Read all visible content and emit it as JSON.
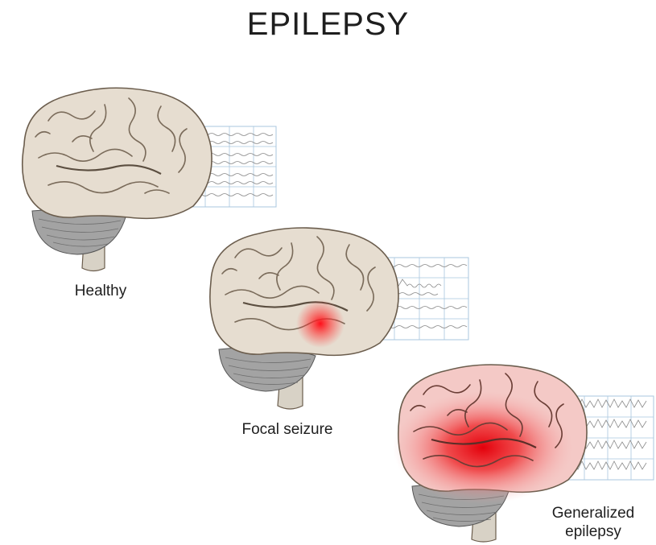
{
  "title": "EPILEPSY",
  "panels": [
    {
      "label": "Healthy",
      "state": "normal"
    },
    {
      "label": "Focal seizure",
      "state": "focal"
    },
    {
      "label_line1": "Generalized",
      "label_line2": "epilepsy",
      "state": "generalized"
    }
  ],
  "colors": {
    "brain": "#e6ddd0",
    "brain_outline": "#6b5d4d",
    "cerebellum": "#9a9a9a",
    "brainstem": "#d8d2c6",
    "seizure": "#e8262b",
    "eeg_grid": "#a9c7df",
    "eeg_wave": "#8a8a8a"
  }
}
